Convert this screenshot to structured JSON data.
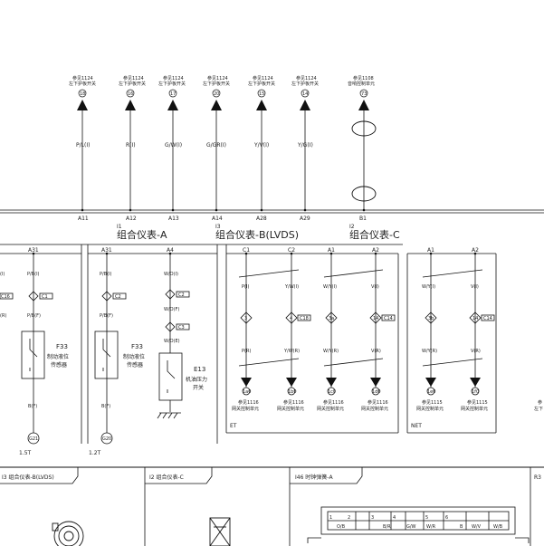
{
  "top_refs": [
    {
      "ref": "参见1124",
      "desc": "左下护板开关",
      "node": "18"
    },
    {
      "ref": "参见1124",
      "desc": "左下护板开关",
      "node": "16"
    },
    {
      "ref": "参见1124",
      "desc": "左下护板开关",
      "node": "17"
    },
    {
      "ref": "参见1124",
      "desc": "左下护板开关",
      "node": "20"
    },
    {
      "ref": "参见1124",
      "desc": "左下护板开关",
      "node": "15"
    },
    {
      "ref": "参见1124",
      "desc": "左下护板开关",
      "node": "14"
    },
    {
      "ref": "参见1108",
      "desc": "音响控制单元",
      "node": "73"
    }
  ],
  "wires_upper": [
    "P/L(I)",
    "R(I)",
    "G/W(I)",
    "G/GR(I)",
    "Y/V(I)",
    "Y/G(I)"
  ],
  "pins_upper": [
    "A11",
    "A12",
    "A13",
    "A14",
    "A28",
    "A29",
    "B1"
  ],
  "connector_groups": [
    {
      "code": "I1",
      "name": "组合仪表-A"
    },
    {
      "code": "I3",
      "name": "组合仪表-B(LVDS)"
    },
    {
      "code": "I2",
      "name": "组合仪表-C"
    }
  ],
  "left_block": {
    "pin_a31a": "A31",
    "pin_a31b": "A31",
    "pin_a4": "A4",
    "wire_pb_i": "P/B(I)",
    "wire_pb_i2": "P/B(I)",
    "wire_wo_i": "W/O(I)",
    "c1": "C1",
    "c2": "C2",
    "c3": "C2",
    "c4": "C3",
    "wire_pb_f": "P/B(F)",
    "wire_pb_f2": "P/B(F)",
    "wire_wo_f": "W/O(F)",
    "wire_wo_e": "W/O(E)",
    "f33_code": "F33",
    "f33_name1": "制动液位",
    "f33_name2": "传感器",
    "f33b_code": "F33",
    "f33b_name1": "制动液位",
    "f33b_name2": "传感器",
    "e13_code": "E13",
    "e13_name1": "机油压力",
    "e13_name2": "开关",
    "wire_bf": "B(F)",
    "wire_bf2": "B(F)",
    "g21": "G21",
    "g20": "G20",
    "var1": "1.5T",
    "var2": "1.2T",
    "p_left1": "(I)",
    "p_left2": "(R)",
    "c_left": "C16"
  },
  "et_block": {
    "label": "ET",
    "pins": [
      "C1",
      "C2",
      "A1",
      "A2"
    ],
    "wires_top": [
      "P(I)",
      "Y/W(I)",
      "W/Y(I)",
      "V(I)"
    ],
    "nodes": [
      "3",
      "4",
      "3a",
      "14"
    ],
    "conn": [
      "C18",
      "C14"
    ],
    "wires_bot": [
      "P(R)",
      "Y/W(R)",
      "W/Y(R)",
      "V(R)"
    ],
    "ends": [
      "1a0",
      "1b0",
      "1c0",
      "1d0"
    ],
    "refs": [
      "参见1116",
      "参见1116",
      "参见1116",
      "参见1116"
    ],
    "ref_desc": [
      "网关控制单元",
      "网关控制单元",
      "网关控制单元",
      "网关控制单元"
    ]
  },
  "net_block": {
    "label": "NET",
    "pins": [
      "A1",
      "A2"
    ],
    "wires_top": [
      "W/Y(I)",
      "V(I)"
    ],
    "nodes": [
      "3b",
      "14"
    ],
    "conn": [
      "C14"
    ],
    "wires_bot": [
      "W/Y(R)",
      "V(R)"
    ],
    "ends": [
      "1e0",
      "1f0"
    ],
    "refs": [
      "参见1115",
      "参见1115"
    ],
    "ref_desc": [
      "网关控制单元",
      "网关控制单元"
    ]
  },
  "bottom_panels": [
    {
      "title": "I3 组合仪表-B(LVDS)"
    },
    {
      "title": "I2 组合仪表-C"
    },
    {
      "title": "I46 时钟弹簧-A"
    },
    {
      "title": "R3"
    }
  ],
  "i46_pins": [
    "1",
    "2",
    "3",
    "4",
    "5",
    "6"
  ],
  "i46_wires": [
    "O/B",
    "B/R",
    "G/W",
    "W/R",
    "B",
    "W/V",
    "W/B"
  ],
  "right_edge": {
    "ref": "参",
    "desc": "左下"
  }
}
